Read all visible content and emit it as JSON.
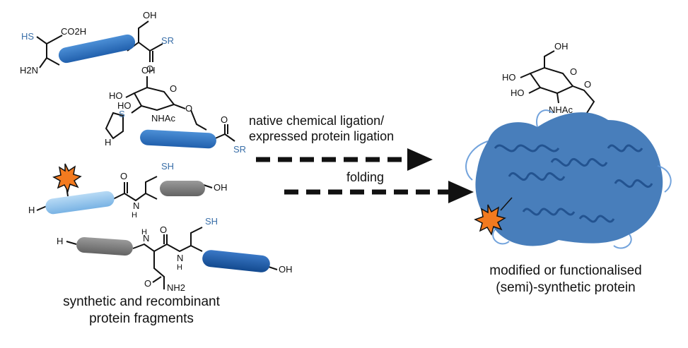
{
  "molecules": {
    "m1": {
      "atoms": {
        "hs": "HS",
        "co2h": "CO2H",
        "h2n": "H2N",
        "oh": "OH",
        "sr": "SR",
        "o": "O"
      }
    },
    "m2": {
      "atoms": {
        "oh_top": "OH",
        "hoho": "HO",
        "ho2": "HO",
        "o_ring": "O",
        "nhac": "NHAc",
        "s": "S",
        "h": "H",
        "o": "O",
        "sr": "SR"
      }
    },
    "m3": {
      "atoms": {
        "sh": "SH",
        "h": "H",
        "o": "O",
        "n": "N",
        "h2": "H",
        "oh": "OH"
      }
    },
    "m4": {
      "atoms": {
        "h": "H",
        "n1": "N",
        "h1": "H",
        "o": "O",
        "n2": "N",
        "h2": "H",
        "sh": "SH",
        "o2": "O",
        "nh2": "NH2",
        "oh": "OH"
      }
    }
  },
  "left_caption": {
    "line1": "synthetic and recombinant",
    "line2": "protein fragments"
  },
  "steps": {
    "ligation_line1": "native chemical ligation/",
    "ligation_line2": "expressed protein ligation",
    "folding": "folding"
  },
  "glycan": {
    "oh": "OH",
    "ho": "HO",
    "ho2": "HO",
    "o": "O",
    "nhac": "NHAc",
    "o2": "O"
  },
  "right_caption": {
    "line1": "modified or functionalised",
    "line2": "(semi)-synthetic protein"
  },
  "colors": {
    "blue_mid": "#2f6fb8",
    "blue_light": "#8ec1ea",
    "blue_dark": "#1e5aa3",
    "grey": "#7a7a7a",
    "protein": "#2f6cb2",
    "star": "#f37a1f",
    "thiol": "#3a6fa8"
  }
}
